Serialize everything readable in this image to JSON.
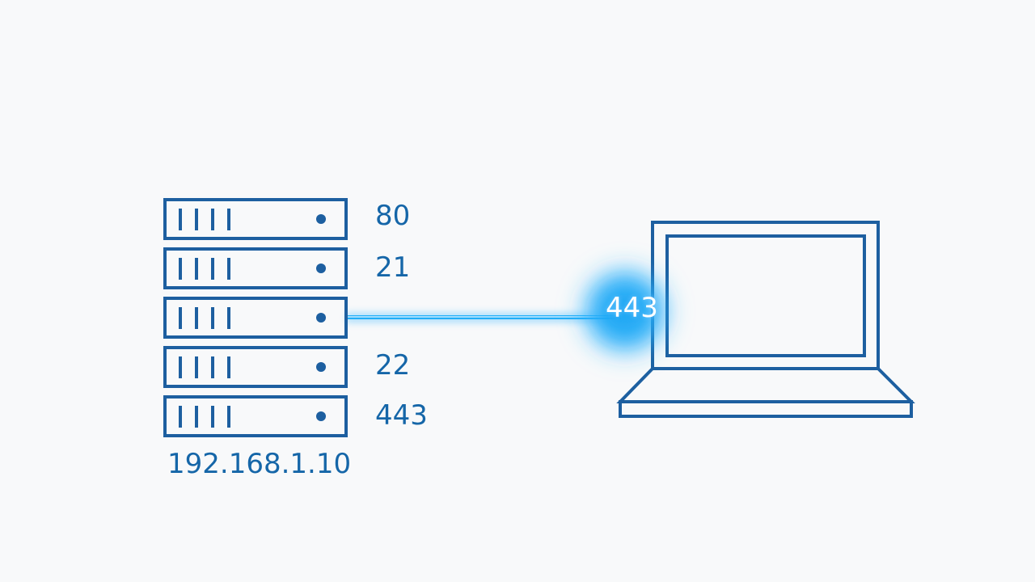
{
  "colors": {
    "stroke": "#1d5fa0",
    "text": "#1566a8",
    "glow": "#18a0f0",
    "background": "#f8f9fa"
  },
  "server": {
    "ip": "192.168.1.10",
    "slots": [
      {
        "port": "80"
      },
      {
        "port": "21"
      },
      {
        "port": ""
      },
      {
        "port": "22"
      },
      {
        "port": "443"
      }
    ]
  },
  "connection": {
    "packet_label": "443"
  },
  "icons": [
    "server-rack-icon",
    "laptop-icon"
  ]
}
